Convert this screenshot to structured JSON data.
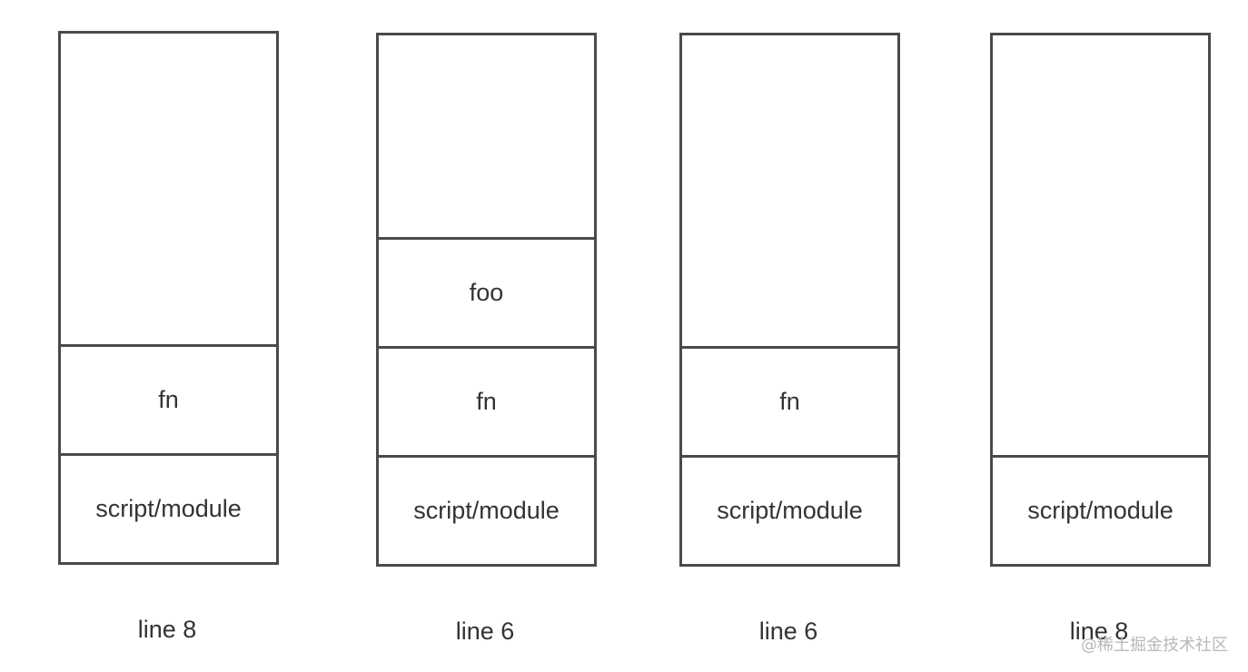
{
  "stacks": [
    {
      "caption": "line 8",
      "frames": [
        "fn",
        "script/module"
      ]
    },
    {
      "caption": "line 6",
      "frames": [
        "foo",
        "fn",
        "script/module"
      ]
    },
    {
      "caption": "line 6",
      "frames": [
        "fn",
        "script/module"
      ]
    },
    {
      "caption": "line 8",
      "frames": [
        "script/module"
      ]
    }
  ],
  "watermark": "@稀土掘金技术社区"
}
